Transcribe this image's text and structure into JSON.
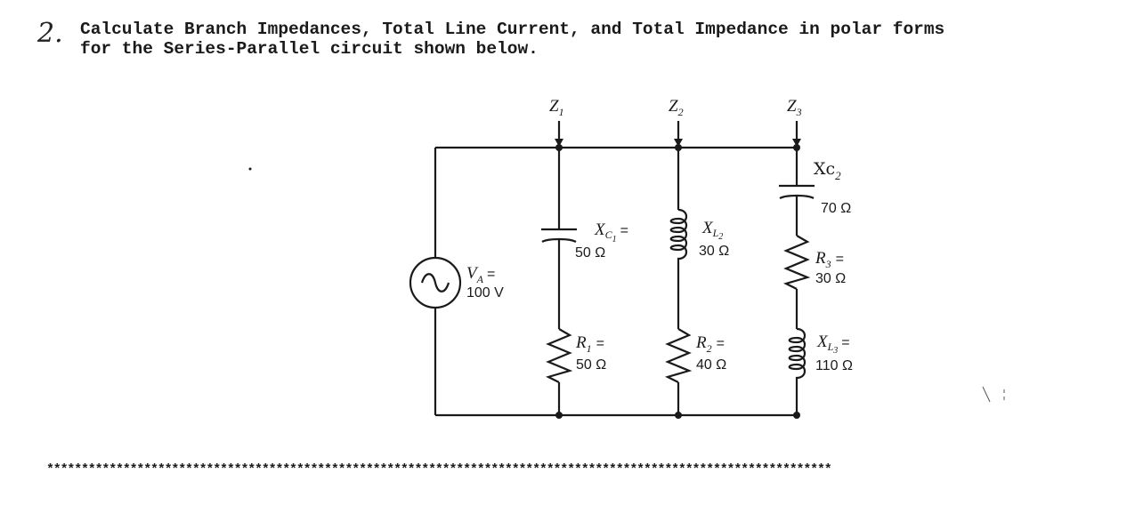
{
  "question": {
    "number": "2.",
    "line1": "Calculate Branch Impedances, Total Line Current, and Total Impedance in polar forms",
    "line2": "for the Series-Parallel circuit shown below."
  },
  "separator": "*****************************************************************************************************************",
  "circuit": {
    "branch_labels": [
      {
        "main": "Z",
        "sub": "1"
      },
      {
        "main": "Z",
        "sub": "2"
      },
      {
        "main": "Z",
        "sub": "3"
      }
    ],
    "source": {
      "name": "V",
      "sub": "A",
      "eq": "=",
      "value": "100 V"
    },
    "branch1": {
      "xc_name": "X",
      "xc_sub": "C",
      "xc_sub2": "1",
      "xc_eq": "=",
      "xc_value": "50 Ω",
      "r_name": "R",
      "r_sub": "1",
      "r_eq": "=",
      "r_value": "50 Ω"
    },
    "branch2": {
      "xl_name": "X",
      "xl_sub": "L",
      "xl_sub2": "2",
      "xl_value": "30 Ω",
      "r_name": "R",
      "r_sub": "2",
      "r_eq": "=",
      "r_value": "40 Ω"
    },
    "branch3": {
      "xc_name": "Xc",
      "xc_sub": "2",
      "xc_value": "70 Ω",
      "r_name": "R",
      "r_sub": "3",
      "r_eq": "=",
      "r_value": "30 Ω",
      "xl_name": "X",
      "xl_sub": "L",
      "xl_sub2": "3",
      "xl_eq": "=",
      "xl_value": "110 Ω"
    }
  },
  "colors": {
    "ink": "#1a1a1a",
    "paper": "#ffffff"
  }
}
